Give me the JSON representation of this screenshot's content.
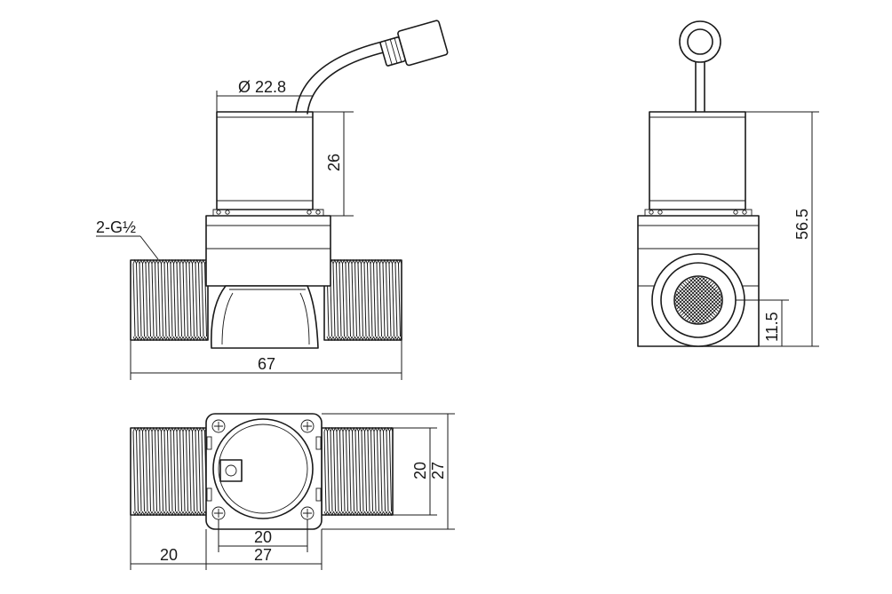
{
  "drawing": {
    "dimensions": {
      "coil_diameter": "Ø 22.8",
      "coil_height": "26",
      "thread_spec": "2-G½",
      "overall_length": "67",
      "overall_height": "56.5",
      "port_center_height": "11.5",
      "flange_inner_height": "20",
      "flange_outer_height": "27",
      "flange_inner_width": "20",
      "flange_outer_width": "27",
      "port_length": "20"
    },
    "colors": {
      "line": "#1a1a1a",
      "background": "#ffffff"
    }
  }
}
